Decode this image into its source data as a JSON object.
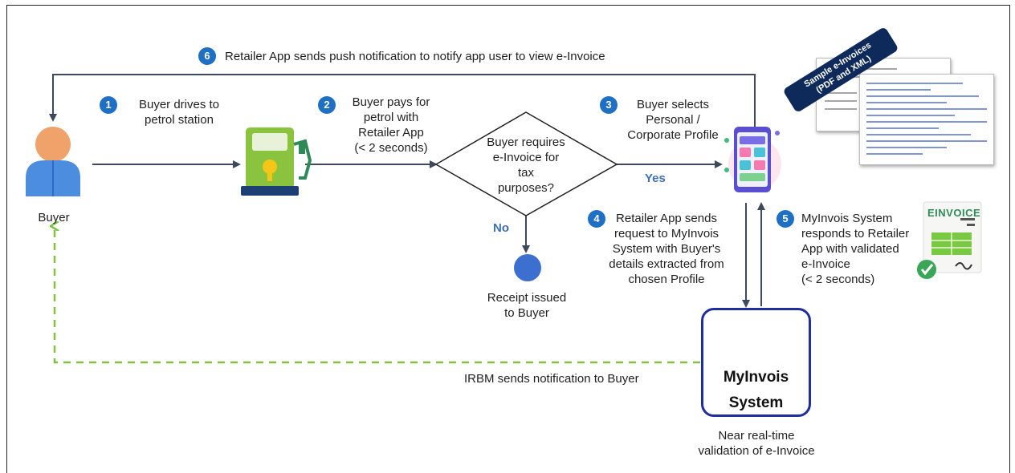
{
  "steps": [
    {
      "number": "1",
      "text": "Buyer drives to\npetrol station"
    },
    {
      "number": "2",
      "text": "Buyer pays for\npetrol with\nRetailer App\n(< 2 seconds)"
    },
    {
      "number": "3",
      "text": "Buyer selects\nPersonal /\nCorporate Profile"
    },
    {
      "number": "4",
      "text": "Retailer App sends\nrequest to MyInvois\nSystem with Buyer's\ndetails extracted from\nchosen Profile"
    },
    {
      "number": "5",
      "text": "MyInvois System\nresponds to Retailer\nApp with validated\ne-Invoice\n(< 2 seconds)"
    },
    {
      "number": "6",
      "text": "Retailer App sends push notification to notify app user to view e-Invoice"
    }
  ],
  "buyer_label": "Buyer",
  "decision": {
    "question": "Buyer requires\ne-Invoice for\ntax\npurposes?",
    "yes": "Yes",
    "no": "No"
  },
  "receipt_label": "Receipt issued\nto Buyer",
  "myinvois": {
    "title_line1": "MyInvois",
    "title_line2": "System",
    "caption": "Near real-time\nvalidation of e-Invoice"
  },
  "irbm_notification": "IRBM sends notification to Buyer",
  "sample_badge": "Sample e-Invoices\n(PDF and XML)",
  "einvoice_icon_label": "EINVOICE",
  "icons": [
    "person-icon",
    "petrol-pump-icon",
    "smartphone-app-icon",
    "cloud-icon",
    "einvoice-document-icon",
    "checkmark-icon"
  ],
  "colors": {
    "step_badge": "#1f6fc4",
    "flow_arrow": "#3c4a5c",
    "notification_dashed": "#7dc243",
    "myinvois_border": "#1f2e9c",
    "receipt_circle": "#3d6fd0"
  }
}
